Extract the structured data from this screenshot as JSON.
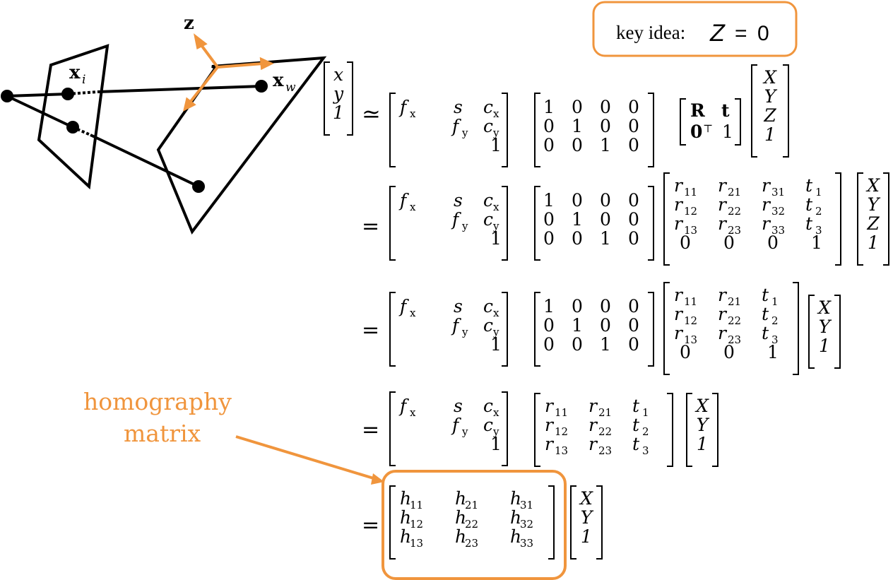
{
  "colors": {
    "accent": "#f0953d",
    "ink": "#000000"
  },
  "scene": {
    "axis_label": "z",
    "image_point_label": "x",
    "image_point_sub": "i",
    "world_point_label": "x",
    "world_point_sub": "w"
  },
  "key_idea": {
    "prefix": "key idea:",
    "var": "Z",
    "eq": "=",
    "val": "0"
  },
  "annotation": {
    "line1": "homography",
    "line2": "matrix"
  },
  "symbols": {
    "sim": "≃",
    "eq": "="
  },
  "vec_xy1": [
    "x",
    "y",
    "1"
  ],
  "vec_XYZ1": [
    "X",
    "Y",
    "Z",
    "1"
  ],
  "vec_XY1": [
    "X",
    "Y",
    "1"
  ],
  "K": [
    [
      "f",
      "x",
      "s",
      "",
      "c",
      "x"
    ],
    [
      "",
      "",
      "f",
      "y",
      "c",
      "y"
    ],
    [
      "",
      "",
      "",
      "",
      "1",
      ""
    ]
  ],
  "P": [
    [
      "1",
      "0",
      "0",
      "0"
    ],
    [
      "0",
      "1",
      "0",
      "0"
    ],
    [
      "0",
      "0",
      "1",
      "0"
    ]
  ],
  "Rt": {
    "R": "R",
    "t": "t",
    "zero": "0",
    "T": "⊤",
    "one": "1"
  }
}
